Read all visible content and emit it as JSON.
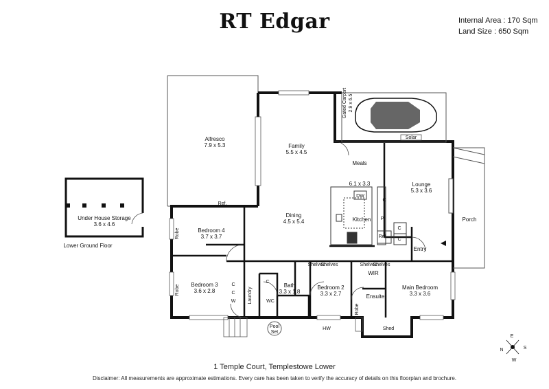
{
  "brand": "RT Edgar",
  "internal_area": "Internal Area : 170 Sqm",
  "land_size": "Land Size : 650 Sqm",
  "rooms": {
    "alfresco": {
      "name": "Alfresco",
      "dims": "7.9 x 5.3"
    },
    "family": {
      "name": "Family",
      "dims": "5.5 x 4.5"
    },
    "carport": {
      "name": "Gated Carport",
      "dims": "2.9 x 6.5"
    },
    "solar": "Solar",
    "meals": "Meals",
    "kitchen_dims": "6.1 x 3.3",
    "kitchen": "Kitchen",
    "dw": "DW",
    "lounge": {
      "name": "Lounge",
      "dims": "5.3 x 3.6"
    },
    "porch": "Porch",
    "dining": {
      "name": "Dining",
      "dims": "4.5 x 5.4"
    },
    "entry": "Entry",
    "bedroom4": {
      "name": "Bedroom 4",
      "dims": "3.7 x 3.7"
    },
    "bedroom3": {
      "name": "Bedroom 3",
      "dims": "3.6 x 2.8"
    },
    "bath": {
      "name": "Bath",
      "dims": "3.3 x 1.8"
    },
    "bedroom2": {
      "name": "Bedroom 2",
      "dims": "3.3 x 2.7"
    },
    "main_bedroom": {
      "name": "Main Bedroom",
      "dims": "3.3 x 3.6"
    },
    "wir": "WIR",
    "ensuite": "Ensuite",
    "robe": "Robe",
    "laundry": "Laundry",
    "wc": "WC",
    "shed": "Shed",
    "hw": "HW",
    "pool_set": [
      "Pool",
      "Set"
    ],
    "shelves": "Shelves",
    "ref": "Ref.",
    "c": "C",
    "p": "P",
    "w": "W",
    "under_house": {
      "name": "Under House Storage",
      "dims": "3.6 x 4.6"
    },
    "lower_ground": "Lower Ground Floor"
  },
  "compass": {
    "n": "N",
    "e": "E",
    "s": "S",
    "w": "W"
  },
  "address": "1 Temple Court, Templestowe Lower",
  "disclaimer": "Disclaimer: All measurements are approximate estimations. Every care has been taken to verify the accuracy of details on this floorplan and brochure."
}
